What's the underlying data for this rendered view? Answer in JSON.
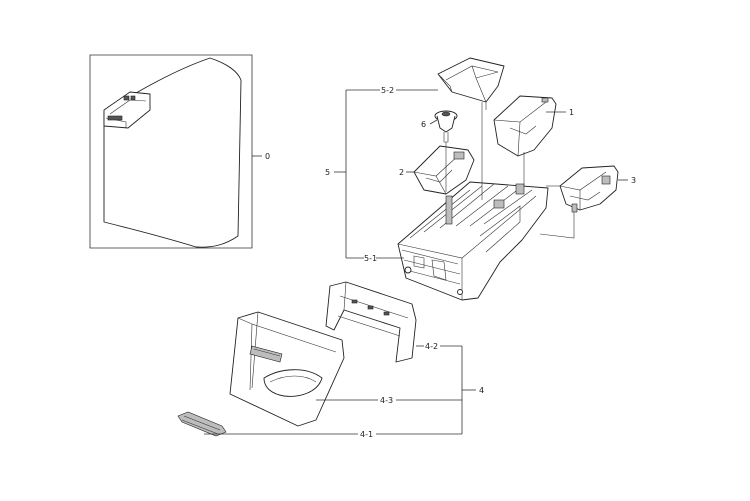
{
  "callouts": {
    "c0": "0",
    "c1": "1",
    "c2": "2",
    "c3": "3",
    "c4": "4",
    "c4_1": "4-1",
    "c4_2": "4-2",
    "c4_3": "4-3",
    "c5": "5",
    "c5_1": "5-1",
    "c5_2": "5-2",
    "c6": "6"
  },
  "colors": {
    "line": "#333333",
    "background": "#ffffff"
  }
}
